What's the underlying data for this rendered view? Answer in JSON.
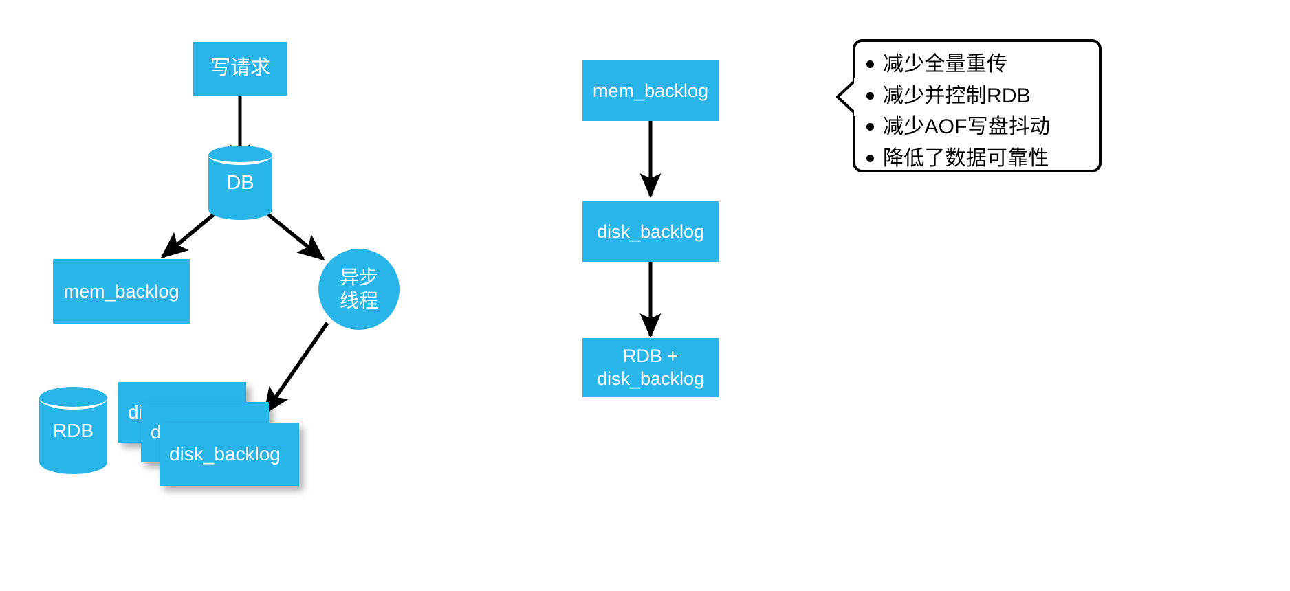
{
  "theme": {
    "node_fill": "#29B5E8",
    "node_text": "#FFFFFF",
    "edge_color": "#000000",
    "callout_border": "#000000",
    "background": "#FFFFFF"
  },
  "diagram": {
    "type": "flowchart",
    "title": "",
    "left_flow": {
      "write_request": "写请求",
      "db": "DB",
      "mem_backlog": "mem_backlog",
      "async_thread": "异步\n线程",
      "rdb": "RDB",
      "disk_backlog_cards": [
        "disk_backlog",
        "disk_backlog",
        "disk_backlog"
      ]
    },
    "middle_flow": {
      "step_1": "mem_backlog",
      "step_2": "disk_backlog",
      "step_3": "RDB +\ndisk_backlog"
    },
    "callout": {
      "bullets": [
        "减少全量重传",
        "减少并控制RDB",
        "减少AOF写盘抖动",
        "降低了数据可靠性"
      ]
    },
    "edges": [
      {
        "from": "写请求",
        "to": "DB"
      },
      {
        "from": "DB",
        "to": "mem_backlog"
      },
      {
        "from": "DB",
        "to": "异步线程"
      },
      {
        "from": "异步线程",
        "to": "disk_backlog"
      },
      {
        "from": "mem_backlog",
        "to": "disk_backlog"
      },
      {
        "from": "disk_backlog",
        "to": "RDB + disk_backlog"
      }
    ]
  }
}
